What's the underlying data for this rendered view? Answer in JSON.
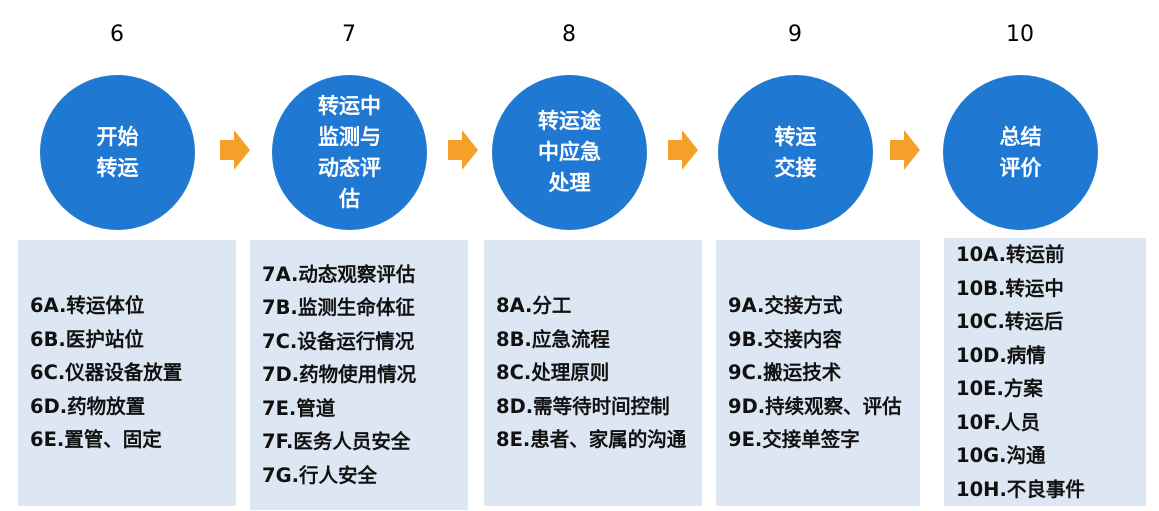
{
  "accent_color": "#1f78d1",
  "arrow_color": "#f5a02a",
  "box_color": "#dde6f3",
  "steps": [
    {
      "number": "6",
      "label": "开始\n转运",
      "items": [
        "6A.转运体位",
        "6B.医护站位",
        "6C.仪器设备放置",
        "6D.药物放置",
        "6E.置管、固定"
      ]
    },
    {
      "number": "7",
      "label": "转运中\n监测与\n动态评\n估",
      "items": [
        "7A.动态观察评估",
        "7B.监测生命体征",
        "7C.设备运行情况",
        "7D.药物使用情况",
        "7E.管道",
        "7F.医务人员安全",
        "7G.行人安全"
      ]
    },
    {
      "number": "8",
      "label": "转运途\n中应急\n处理",
      "items": [
        "8A.分工",
        "8B.应急流程",
        "8C.处理原则",
        "8D.需等待时间控制",
        "8E.患者、家属的沟通"
      ]
    },
    {
      "number": "9",
      "label": "转运\n交接",
      "items": [
        "9A.交接方式",
        "9B.交接内容",
        "9C.搬运技术",
        "9D.持续观察、评估",
        "9E.交接单签字"
      ]
    },
    {
      "number": "10",
      "label": "总结\n评价",
      "items": [
        "10A.转运前",
        "10B.转运中",
        "10C.转运后",
        "10D.病情",
        "10E.方案",
        "10F.人员",
        "10G.沟通",
        "10H.不良事件"
      ]
    }
  ]
}
